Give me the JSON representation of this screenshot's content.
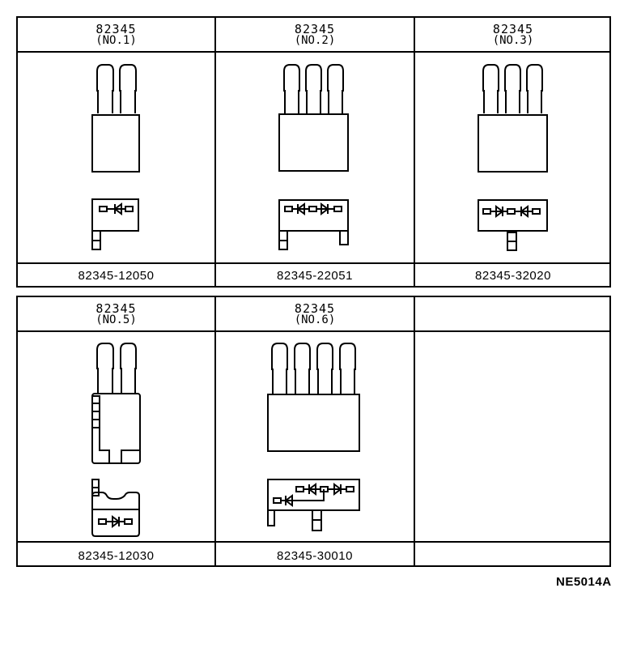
{
  "figure_id": "NE5014A",
  "rows": [
    {
      "cells": [
        {
          "name": "82345",
          "number": "(NO.1)",
          "part_number": "82345-12050",
          "pins": 2,
          "diodes": 1
        },
        {
          "name": "82345",
          "number": "(NO.2)",
          "part_number": "82345-22051",
          "pins": 3,
          "diodes": 2
        },
        {
          "name": "82345",
          "number": "(NO.3)",
          "part_number": "82345-32020",
          "pins": 3,
          "diodes": 2
        }
      ]
    },
    {
      "cells": [
        {
          "name": "82345",
          "number": "(NO.5)",
          "part_number": "82345-12030",
          "pins": 2,
          "diodes": 1
        },
        {
          "name": "82345",
          "number": "(NO.6)",
          "part_number": "82345-30010",
          "pins": 4,
          "diodes": 3
        },
        {
          "name": "",
          "number": "",
          "part_number": "",
          "pins": 0,
          "diodes": 0
        }
      ]
    }
  ]
}
